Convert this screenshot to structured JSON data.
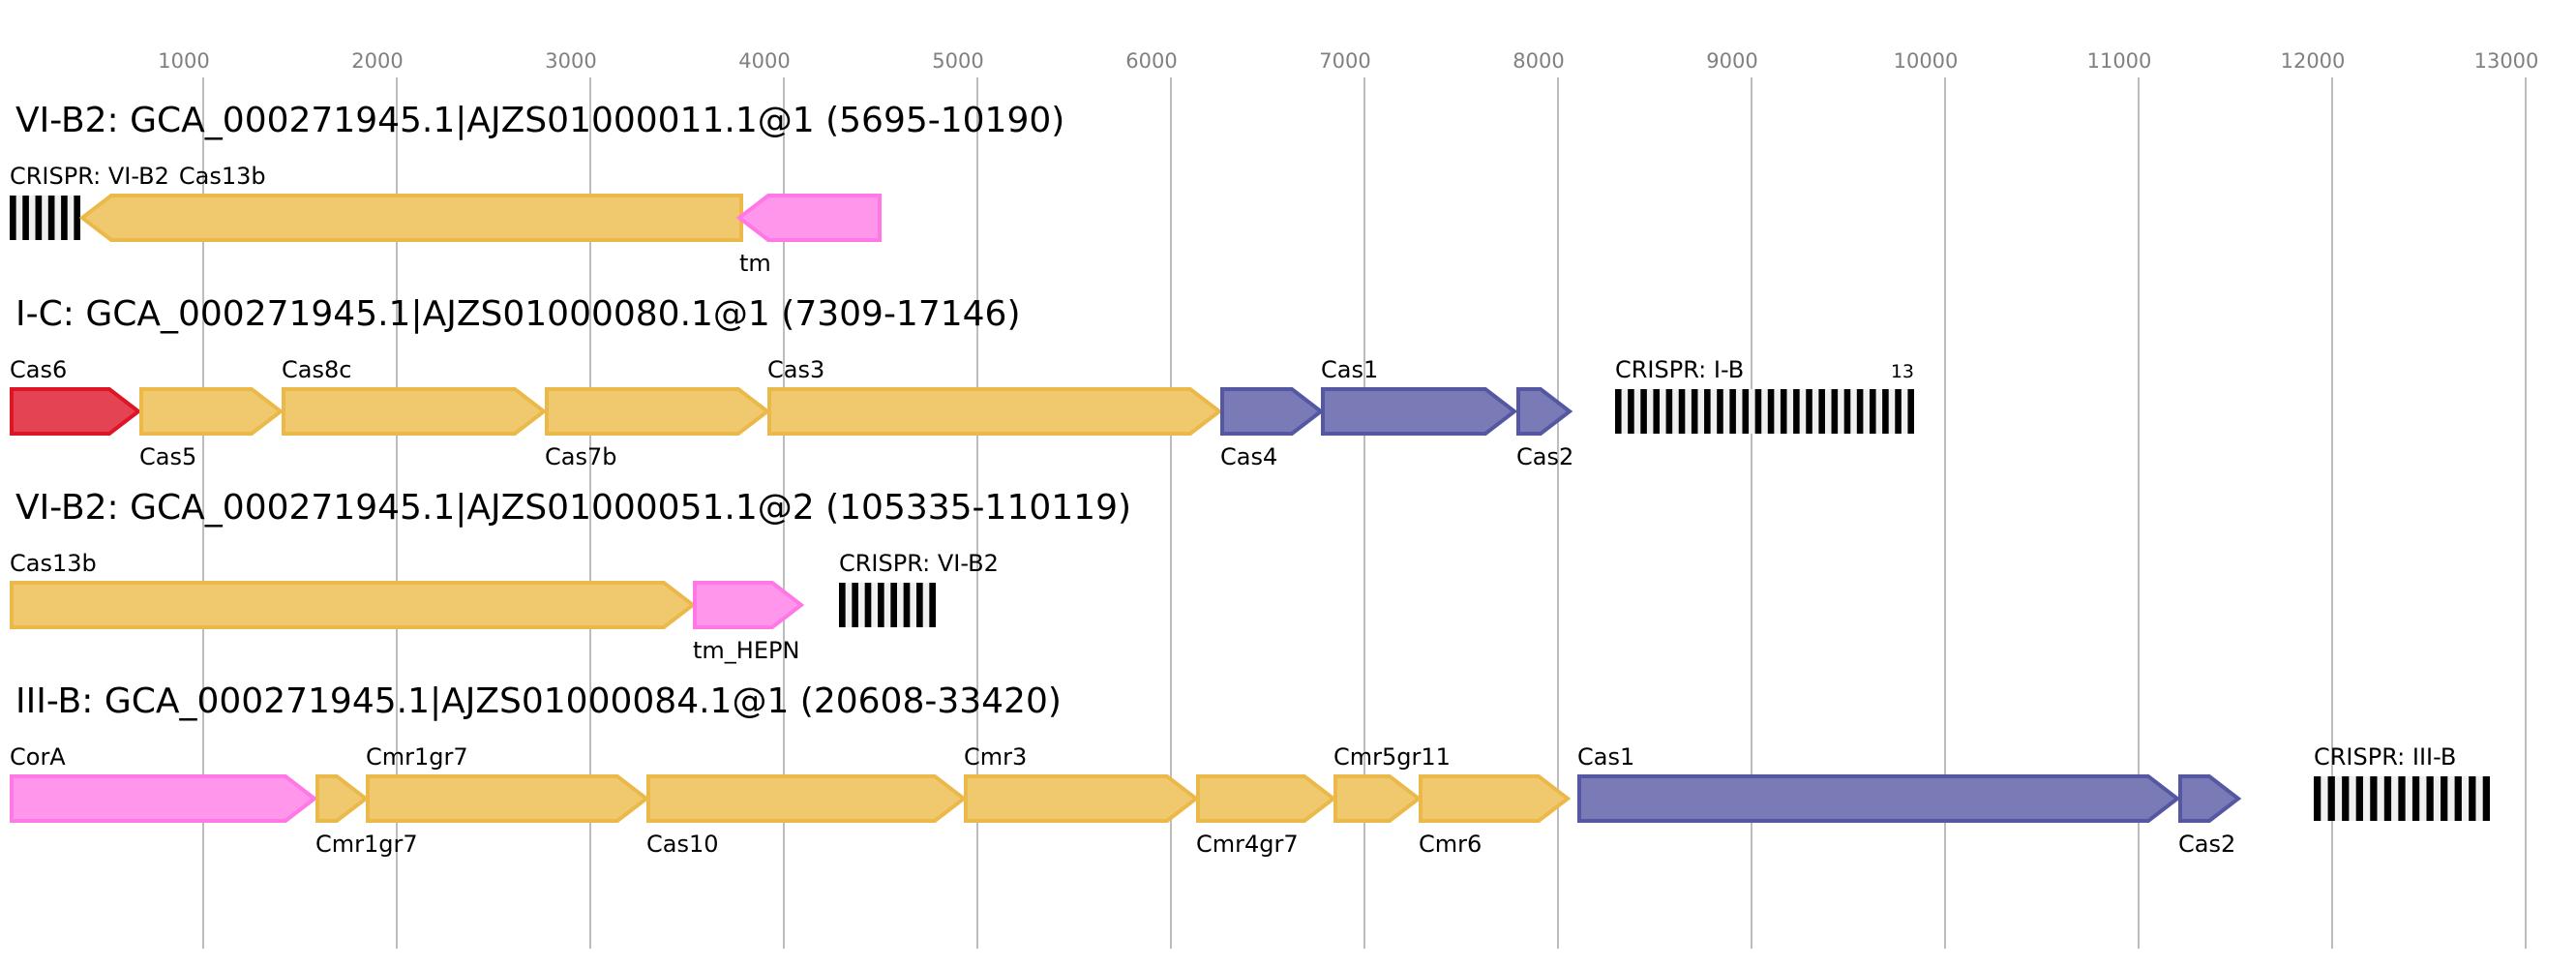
{
  "chart_data": {
    "type": "gene-map",
    "axis": {
      "ticks": [
        1000,
        2000,
        3000,
        4000,
        5000,
        6000,
        7000,
        8000,
        9000,
        10000,
        11000,
        12000,
        13000
      ],
      "tick_labels": [
        "1000",
        "2000",
        "3000",
        "4000",
        "5000",
        "6000",
        "7000",
        "8000",
        "9000",
        "10000",
        "11000",
        "12000",
        "13000"
      ],
      "range": [
        0,
        13000
      ],
      "grid": true
    },
    "colors": {
      "effector": "#f0c86e",
      "effector_stroke": "#ebb94a",
      "accessory": "#ff96eb",
      "accessory_stroke": "#ff78e6",
      "adaptation": "#7a7bb6",
      "adaptation_stroke": "#5557a3",
      "cas6": "#e34353",
      "cas6_stroke": "#dd1525",
      "repeat": "#000000",
      "spacer": "#f0f0f0"
    },
    "loci": [
      {
        "title": "VI-B2: GCA_000271945.1|AJZS01000011.1@1 (5695-10190)",
        "features": [
          {
            "kind": "crispr",
            "label": "CRISPR: VI-B2",
            "start": 0,
            "end": 365,
            "repeats": 6,
            "label_pos": "top"
          },
          {
            "kind": "gene",
            "label": "Cas13b",
            "start": 375,
            "end": 3790,
            "strand": "-",
            "role": "effector",
            "label_pos": "top"
          },
          {
            "kind": "gene",
            "label": "tm",
            "start": 3770,
            "end": 4505,
            "strand": "-",
            "role": "accessory",
            "label_pos": "bottom"
          }
        ]
      },
      {
        "title": "I-C: GCA_000271945.1|AJZS01000080.1@1 (7309-17146)",
        "features": [
          {
            "kind": "gene",
            "label": "Cas6",
            "start": 0,
            "end": 665,
            "strand": "+",
            "role": "cas6",
            "label_pos": "top"
          },
          {
            "kind": "gene",
            "label": "Cas5",
            "start": 670,
            "end": 1400,
            "strand": "+",
            "role": "effector",
            "label_pos": "bottom"
          },
          {
            "kind": "gene",
            "label": "Cas8c",
            "start": 1405,
            "end": 2760,
            "strand": "+",
            "role": "effector",
            "label_pos": "top"
          },
          {
            "kind": "gene",
            "label": "Cas7b",
            "start": 2765,
            "end": 3915,
            "strand": "+",
            "role": "effector",
            "label_pos": "bottom"
          },
          {
            "kind": "gene",
            "label": "Cas3",
            "start": 3915,
            "end": 6250,
            "strand": "+",
            "role": "effector",
            "label_pos": "top"
          },
          {
            "kind": "gene",
            "label": "Cas4",
            "start": 6255,
            "end": 6775,
            "strand": "+",
            "role": "adaptation",
            "label_pos": "bottom"
          },
          {
            "kind": "gene",
            "label": "Cas1",
            "start": 6775,
            "end": 7775,
            "strand": "+",
            "role": "adaptation",
            "label_pos": "top"
          },
          {
            "kind": "gene",
            "label": "Cas2",
            "start": 7785,
            "end": 8060,
            "strand": "+",
            "role": "adaptation",
            "label_pos": "bottom"
          },
          {
            "kind": "crispr",
            "label": "CRISPR: I-B",
            "start": 8295,
            "end": 9840,
            "repeats": 24,
            "count": "13",
            "label_pos": "top"
          }
        ]
      },
      {
        "title": "VI-B2: GCA_000271945.1|AJZS01000051.1@2 (105335-110119)",
        "features": [
          {
            "kind": "gene",
            "label": "Cas13b",
            "start": 0,
            "end": 3530,
            "strand": "+",
            "role": "effector",
            "label_pos": "top"
          },
          {
            "kind": "gene",
            "label": "tm_HEPN",
            "start": 3530,
            "end": 4090,
            "strand": "+",
            "role": "accessory",
            "label_pos": "bottom"
          },
          {
            "kind": "crispr",
            "label": "CRISPR: VI-B2",
            "start": 4285,
            "end": 4785,
            "repeats": 8,
            "label_pos": "top"
          }
        ]
      },
      {
        "title": "III-B: GCA_000271945.1|AJZS01000084.1@1 (20608-33420)",
        "features": [
          {
            "kind": "gene",
            "label": "CorA",
            "start": 0,
            "end": 1575,
            "strand": "+",
            "role": "accessory",
            "label_pos": "top"
          },
          {
            "kind": "gene",
            "label": "Cmr1gr7",
            "start": 1580,
            "end": 1840,
            "strand": "+",
            "role": "effector",
            "label_pos": "bottom"
          },
          {
            "kind": "gene",
            "label": "Cmr1gr7",
            "start": 1840,
            "end": 3290,
            "strand": "+",
            "role": "effector",
            "label_pos": "top"
          },
          {
            "kind": "gene",
            "label": "Cas10",
            "start": 3290,
            "end": 4930,
            "strand": "+",
            "role": "effector",
            "label_pos": "bottom"
          },
          {
            "kind": "gene",
            "label": "Cmr3",
            "start": 4930,
            "end": 6130,
            "strand": "+",
            "role": "effector",
            "label_pos": "top"
          },
          {
            "kind": "gene",
            "label": "Cmr4gr7",
            "start": 6130,
            "end": 6840,
            "strand": "+",
            "role": "effector",
            "label_pos": "bottom"
          },
          {
            "kind": "gene",
            "label": "Cmr5gr11",
            "start": 6840,
            "end": 7280,
            "strand": "+",
            "role": "effector",
            "label_pos": "top"
          },
          {
            "kind": "gene",
            "label": "Cmr6",
            "start": 7280,
            "end": 8050,
            "strand": "+",
            "role": "effector",
            "label_pos": "bottom"
          },
          {
            "kind": "gene",
            "label": "Cas1",
            "start": 8100,
            "end": 11200,
            "strand": "+",
            "role": "adaptation",
            "label_pos": "top"
          },
          {
            "kind": "gene",
            "label": "Cas2",
            "start": 11205,
            "end": 11515,
            "strand": "+",
            "role": "adaptation",
            "label_pos": "bottom"
          },
          {
            "kind": "crispr",
            "label": "CRISPR: III-B",
            "start": 11905,
            "end": 12815,
            "repeats": 13,
            "label_pos": "top"
          }
        ]
      }
    ]
  }
}
